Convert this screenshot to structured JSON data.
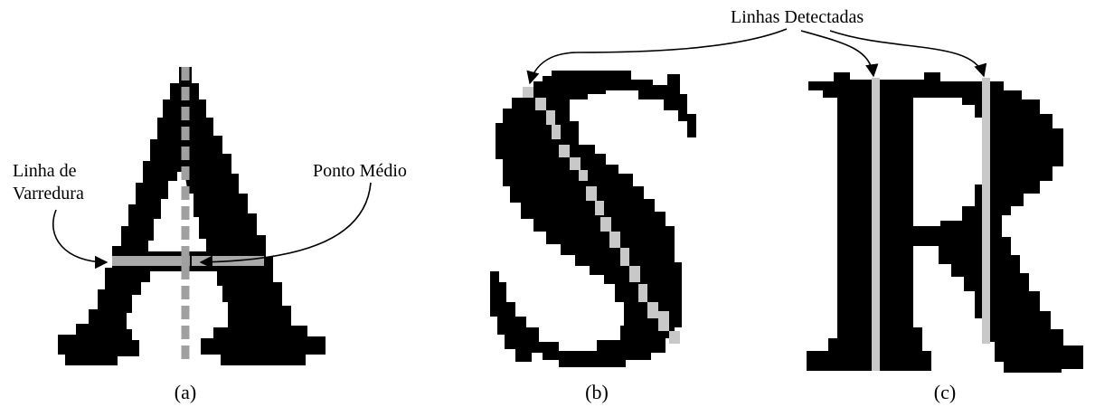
{
  "panel_a": {
    "caption": "(a)",
    "label_scanline_line1": "Linha de",
    "label_scanline_line2": "Varredura",
    "label_midpoint": "Ponto Médio"
  },
  "panel_b": {
    "caption": "(b)"
  },
  "panel_c": {
    "caption": "(c)"
  },
  "shared_label": "Linhas Detectadas",
  "colors": {
    "glyph": "#000000",
    "highlight": "#c8c8c8",
    "scanline": "#a9a9a9",
    "midline": "#a0a0a0"
  }
}
